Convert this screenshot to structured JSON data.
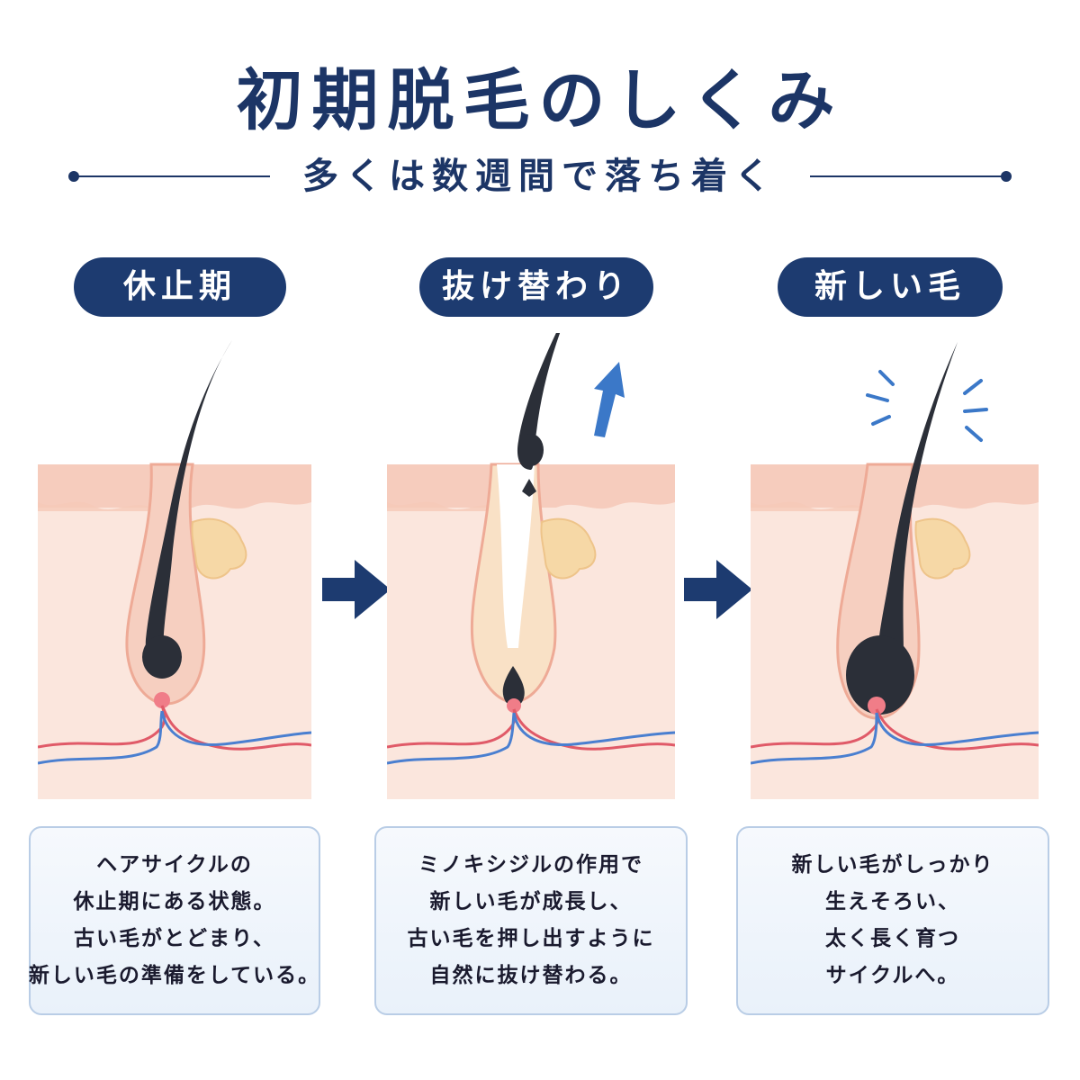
{
  "title": "初期脱毛のしくみ",
  "subtitle": "多くは数週間で落ち着く",
  "stages": [
    {
      "label": "休止期",
      "description": [
        "ヘアサイクルの",
        "休止期にある状態。",
        "古い毛がとどまり、",
        "新しい毛の準備をしている。"
      ]
    },
    {
      "label": "抜け替わり",
      "description": [
        "ミノキシジルの作用で",
        "新しい毛が成長し、",
        "古い毛を押し出すように",
        "自然に抜け替わる。"
      ]
    },
    {
      "label": "新しい毛",
      "description": [
        "新しい毛がしっかり",
        "生えそろい、",
        "太く長く育つ",
        "サイクルへ。"
      ]
    }
  ],
  "colors": {
    "navy": "#1c3566",
    "skin": "#fbe6dd",
    "epidermis": "#f3b7a2",
    "sebaceous": "#f6d8a6",
    "hair": "#2b2f38",
    "artery": "#e05a68",
    "vein": "#4a7fd0",
    "accent": "#3b78c8"
  }
}
